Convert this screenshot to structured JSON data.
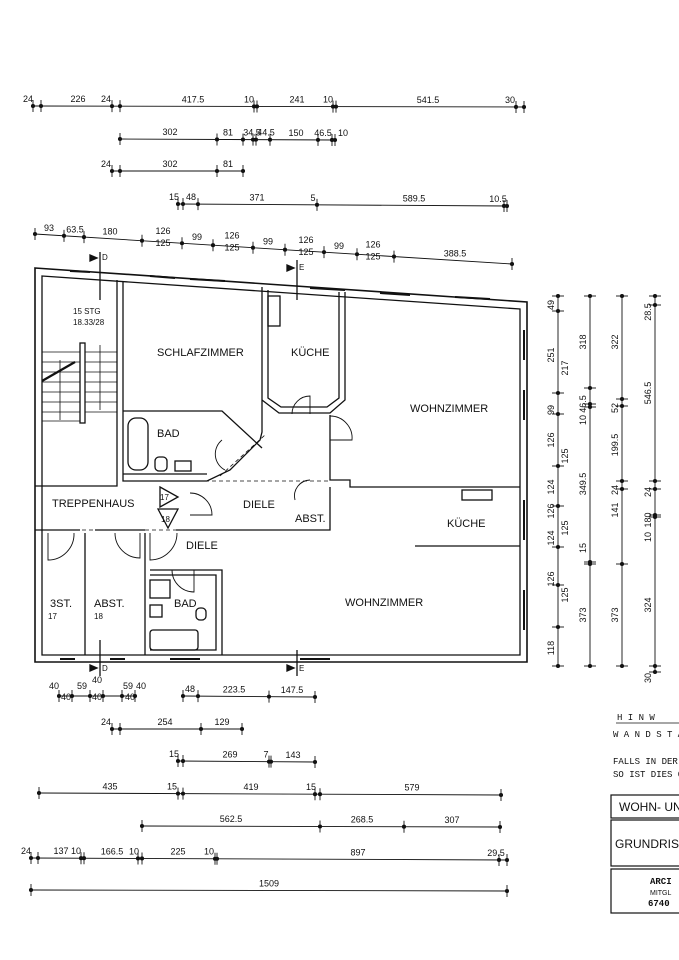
{
  "plan": {
    "rooms": {
      "schlafzimmer": "SCHLAFZIMMER",
      "kueche_top": "KÜCHE",
      "wohnzimmer_top": "WOHNZIMMER",
      "bad_top": "BAD",
      "treppenhaus": "TREPPENHAUS",
      "diele_top": "DIELE",
      "abst_top": "ABST.",
      "kueche_bottom": "KÜCHE",
      "diele_bottom": "DIELE",
      "abst_3": "3ST.",
      "abst_3_no": "17",
      "abst_left": "ABST.",
      "abst_left_no": "18",
      "bad_bottom": "BAD",
      "wohnzimmer_bottom": "WOHNZIMMER"
    },
    "stairs": {
      "line1": "15 STG",
      "line2": "18.33/28",
      "step17": "17",
      "step18": "18"
    },
    "section_markers": {
      "d_top": "D",
      "e_top": "E",
      "d_bottom": "D",
      "e_bottom": "E"
    }
  },
  "dimensions": {
    "top": [
      [
        "24",
        "226",
        "24",
        "417.5",
        "10",
        "241",
        "10",
        "541.5",
        "30"
      ],
      [
        "302",
        "81",
        "34.5",
        "44.5",
        "150",
        "46.5",
        "10"
      ],
      [
        "24",
        "302",
        "81"
      ],
      [
        "15",
        "48",
        "371",
        "5",
        "589.5",
        "10.5"
      ],
      [
        "93",
        "63.5",
        "180",
        "126",
        "125",
        "99",
        "126",
        "125",
        "99",
        "126",
        "125",
        "99",
        "126",
        "125",
        "388.5"
      ]
    ],
    "bottom": [
      [
        "40",
        "40",
        "59",
        "40",
        "40",
        "59",
        "40",
        "40",
        "48",
        "223.5",
        "147.5"
      ],
      [
        "24",
        "254",
        "129"
      ],
      [
        "15",
        "269",
        "7",
        "143"
      ],
      [
        "435",
        "15",
        "419",
        "15",
        "579"
      ],
      [
        "562.5",
        "268.5",
        "307"
      ],
      [
        "24",
        "137",
        "10",
        "166.5",
        "10",
        "225",
        "10",
        "897",
        "29.5"
      ],
      [
        "1509"
      ]
    ],
    "right": [
      [
        "49",
        "251",
        "217",
        "99",
        "126",
        "125",
        "124",
        "126",
        "125",
        "124",
        "126",
        "125",
        "118"
      ],
      [
        "318",
        "46.5",
        "10",
        "349.5",
        "15",
        "373"
      ],
      [
        "322",
        "52",
        "199.5",
        "24",
        "141",
        "373"
      ],
      [
        "28.5",
        "546.5",
        "24",
        "180",
        "10",
        "324",
        "30"
      ]
    ]
  },
  "legend": {
    "heading": "H I N W",
    "line1": "W A N D S T Ä R",
    "note1": "FALLS IN DER BE",
    "note2": "SO IST  DIES  G",
    "title_box": "WOHN- UN",
    "plan_box": "GRUNDRIS",
    "architect": "ARCI",
    "member": "MITGL",
    "zip": "6740"
  }
}
